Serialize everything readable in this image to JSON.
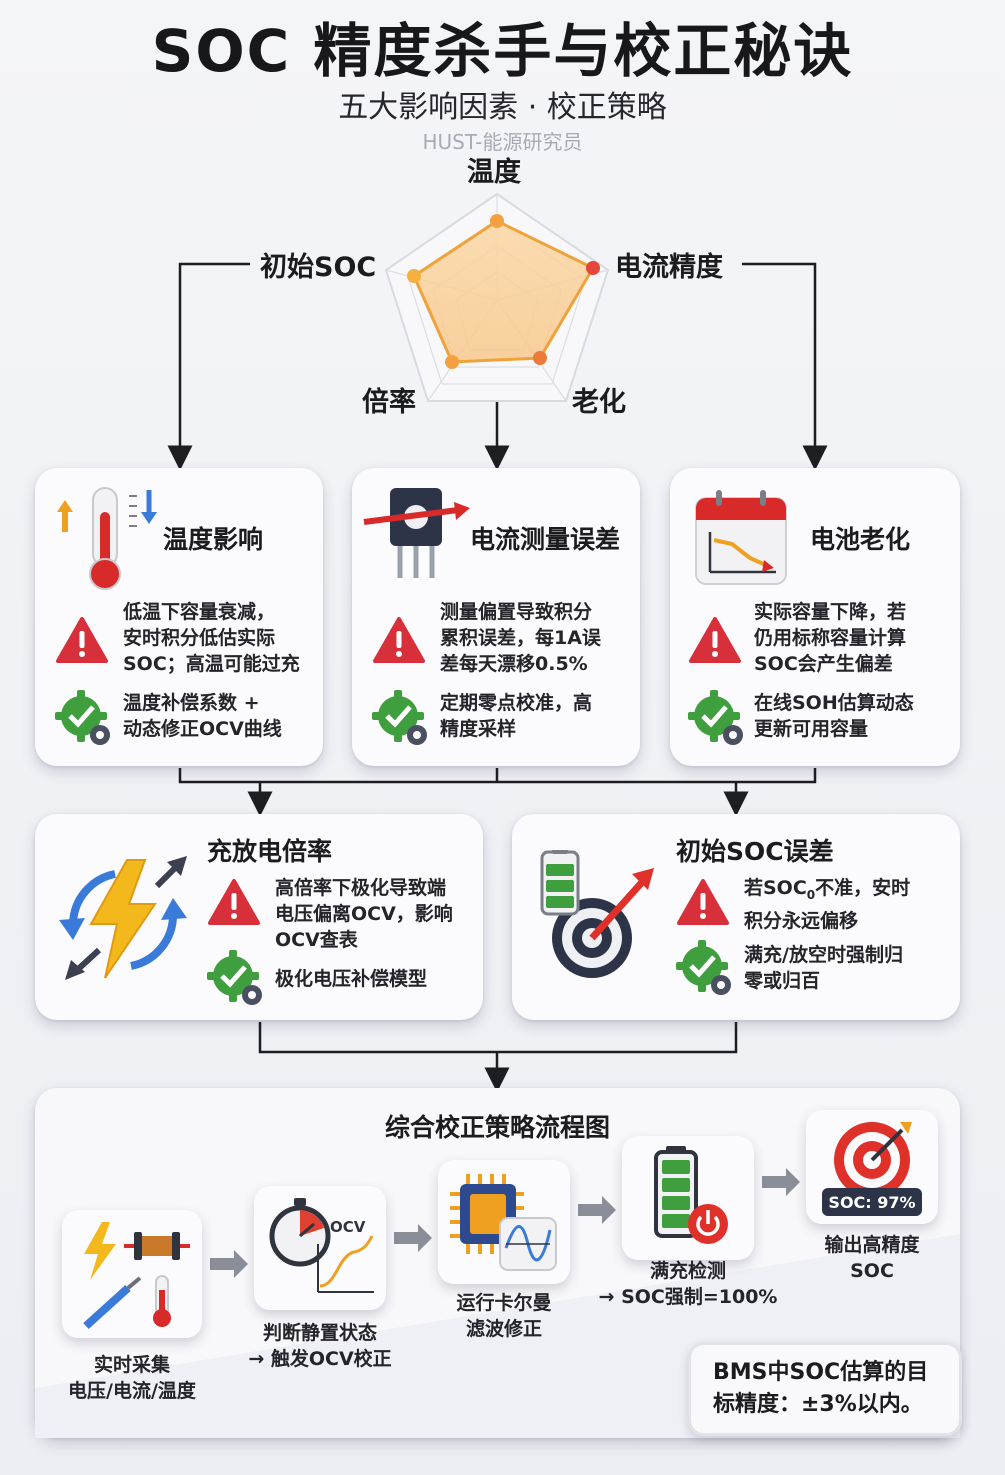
{
  "header": {
    "title": "SOC 精度杀手与校正秘诀",
    "subtitle": "五大影响因素 · 校正策略",
    "author": "HUST-能源研究员"
  },
  "radar": {
    "labels": {
      "top": "温度",
      "left": "初始SOC",
      "right": "电流精度",
      "bottom_left": "倍率",
      "bottom_right": "老化"
    }
  },
  "cards": {
    "temperature": {
      "title": "温度影响",
      "problem": [
        "低温下容量衰减，",
        "安时积分低估实际",
        "SOC；高温可能过充"
      ],
      "solution": [
        "温度补偿系数 +",
        "动态修正OCV曲线"
      ]
    },
    "current": {
      "title": "电流测量误差",
      "problem": [
        "测量偏置导致积分",
        "累积误差，每1A误",
        "差每天漂移0.5%"
      ],
      "solution": [
        "定期零点校准，高",
        "精度采样"
      ]
    },
    "aging": {
      "title": "电池老化",
      "problem": [
        "实际容量下降，若",
        "仍用标称容量计算",
        "SOC会产生偏差"
      ],
      "solution": [
        "在线SOH估算动态",
        "更新可用容量"
      ]
    },
    "rate": {
      "title": "充放电倍率",
      "problem": [
        "高倍率下极化导致端",
        "电压偏离OCV，影响",
        "OCV查表"
      ],
      "solution": [
        "极化电压补偿模型"
      ]
    },
    "initial": {
      "title": "初始SOC误差",
      "problem_prefix": "若SOC",
      "problem_sub": "0",
      "problem_suffix": "不准，安时",
      "problem_line2": "积分永远偏移",
      "solution": [
        "满充/放空时强制归",
        "零或归百"
      ]
    }
  },
  "flow": {
    "title": "综合校正策略流程图",
    "steps": [
      {
        "label": [
          "实时采集",
          "电压/电流/温度"
        ]
      },
      {
        "label": [
          "判断静置状态",
          "→ 触发OCV校正"
        ],
        "icon_text": "OCV"
      },
      {
        "label": [
          "运行卡尔曼",
          "滤波修正"
        ]
      },
      {
        "label": [
          "满充检测",
          "→ SOC强制=100%"
        ]
      },
      {
        "label": [
          "输出高精度",
          "SOC"
        ],
        "icon_text": "SOC: 97%"
      }
    ],
    "note": [
      "BMS中SOC估算的目",
      "标精度：±3%以内。"
    ]
  },
  "colors": {
    "warning_red": "#d8303a",
    "check_green": "#3f9e3e",
    "radar_orange": "#f0a23a",
    "radar_red": "#e8453a",
    "accent_blue": "#3a7ad8"
  }
}
